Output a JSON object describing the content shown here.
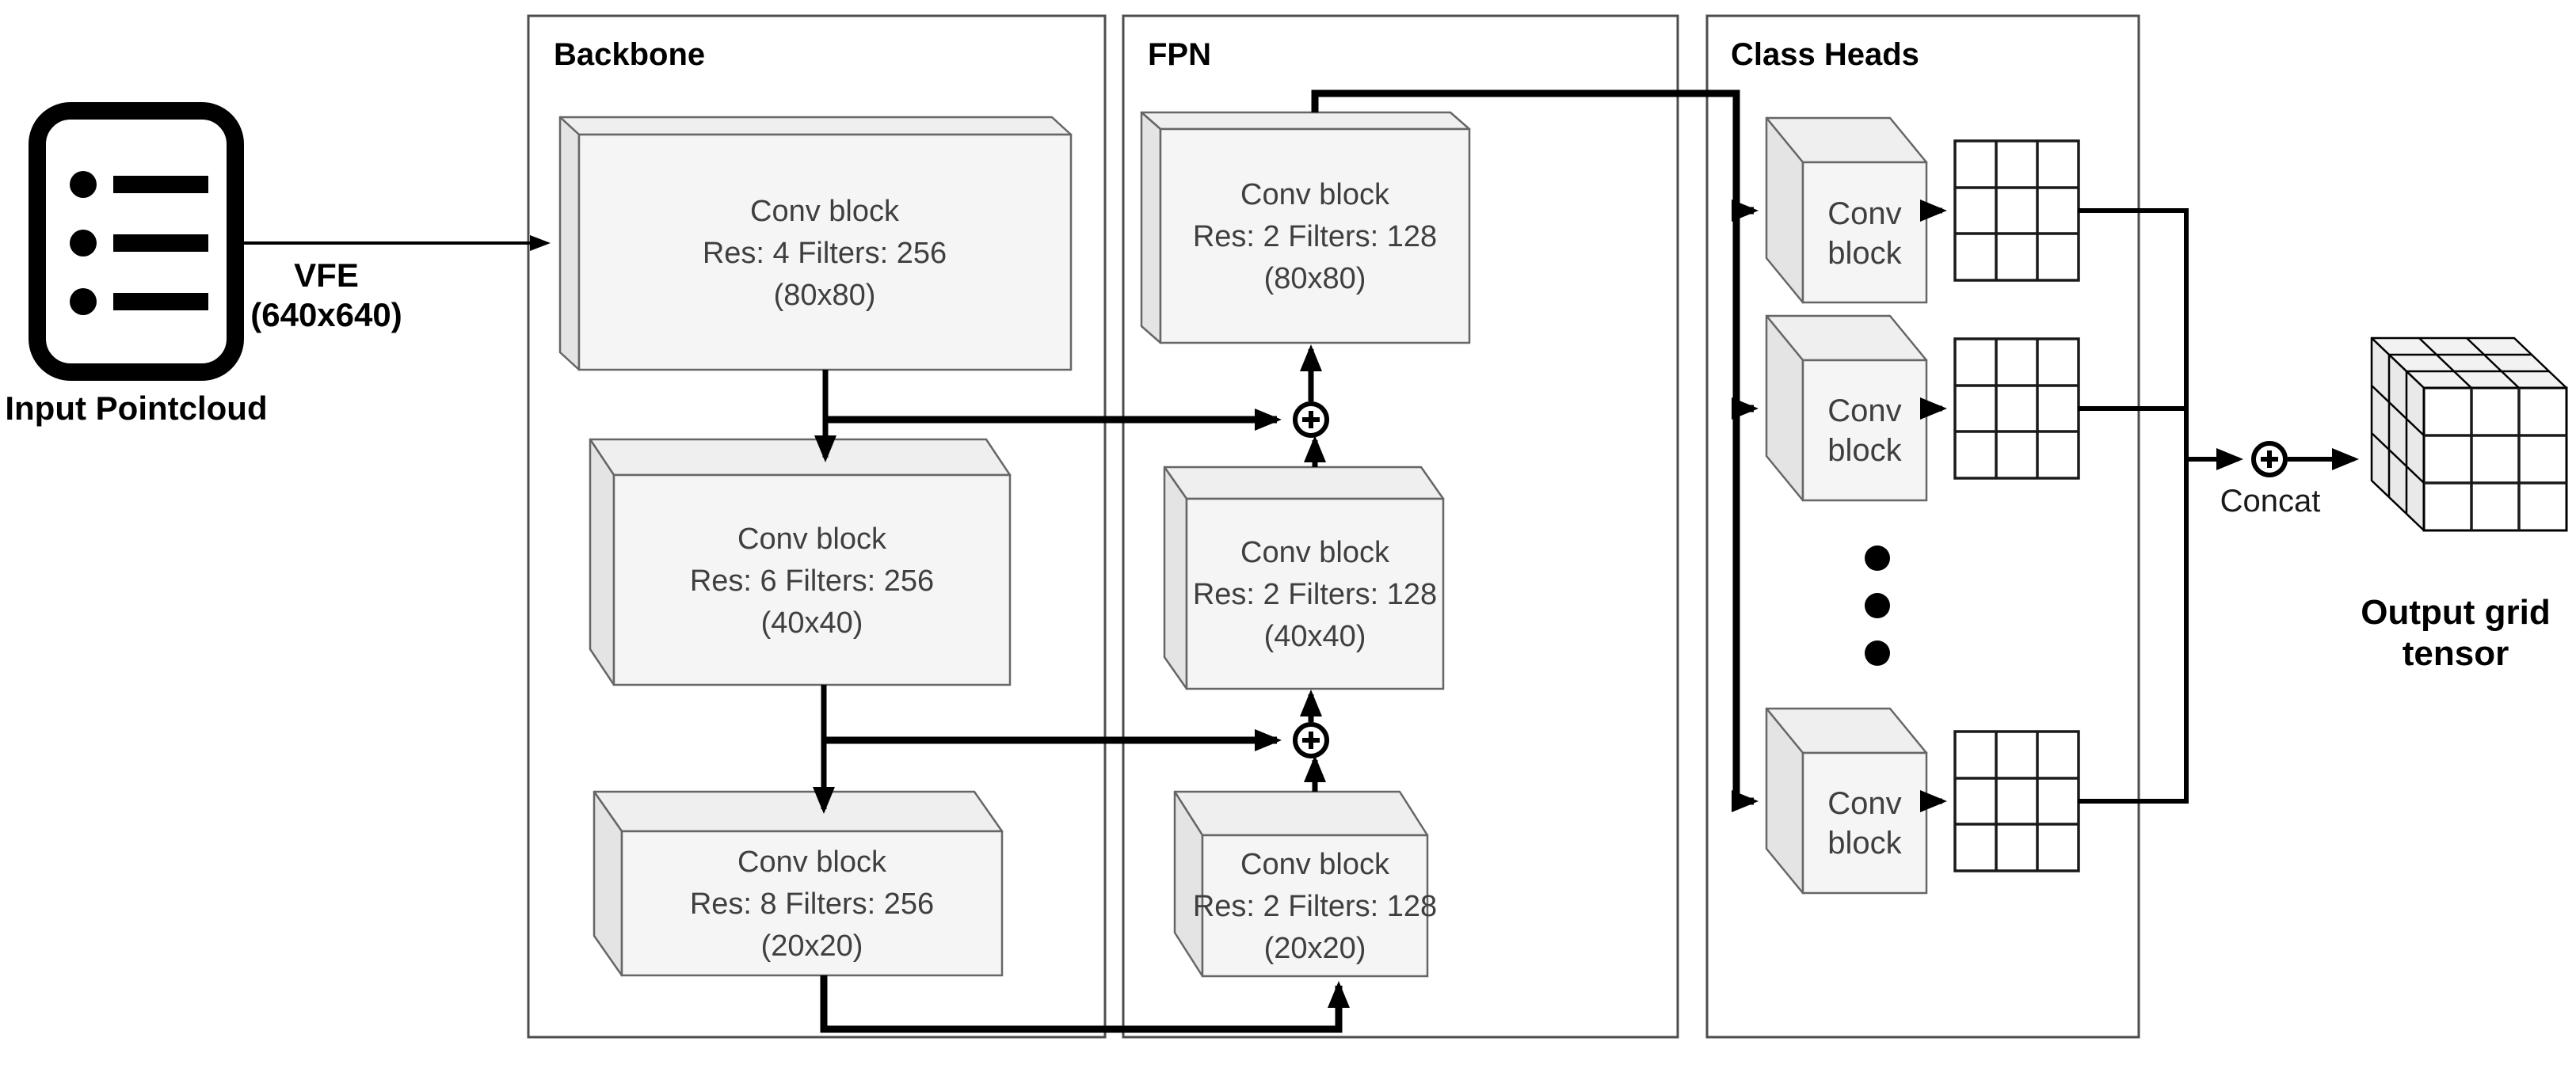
{
  "input": {
    "label": "Input Pointcloud",
    "vfe_line1": "VFE",
    "vfe_line2": "(640x640)"
  },
  "icons": {
    "input": "bullet-list",
    "sum": "circle-plus",
    "ellipsis": "vertical-dots",
    "head_output": "grid-3x3",
    "output": "cube-3x3x3"
  },
  "sections": {
    "backbone": {
      "title": "Backbone",
      "blocks": [
        {
          "lines": [
            "Conv block",
            "Res: 4 Filters: 256",
            "(80x80)"
          ]
        },
        {
          "lines": [
            "Conv block",
            "Res: 6 Filters: 256",
            "(40x40)"
          ]
        },
        {
          "lines": [
            "Conv block",
            "Res: 8 Filters: 256",
            "(20x20)"
          ]
        }
      ]
    },
    "fpn": {
      "title": "FPN",
      "blocks": [
        {
          "lines": [
            "Conv block",
            "Res: 2 Filters: 128",
            "(80x80)"
          ]
        },
        {
          "lines": [
            "Conv block",
            "Res: 2 Filters: 128",
            "(40x40)"
          ]
        },
        {
          "lines": [
            "Conv block",
            "Res: 2 Filters: 128",
            "(20x20)"
          ]
        }
      ]
    },
    "class_heads": {
      "title": "Class Heads",
      "conv_blocks": [
        {
          "lines": [
            "Conv",
            "block"
          ]
        },
        {
          "lines": [
            "Conv",
            "block"
          ]
        },
        {
          "lines": [
            "Conv",
            "block"
          ]
        }
      ]
    }
  },
  "concat": {
    "label": "Concat"
  },
  "output": {
    "label_lines": [
      "Output grid",
      "tensor"
    ]
  },
  "colors": {
    "background": "#ffffff",
    "block_fill": "#f5f5f5",
    "block_top_fill": "#efefef",
    "block_side_fill": "#e4e4e4",
    "stroke": "#666666",
    "section_border": "#4d4d4d",
    "line": "#000000",
    "text_dark": "#3f3f3f",
    "text_black": "#000000"
  }
}
